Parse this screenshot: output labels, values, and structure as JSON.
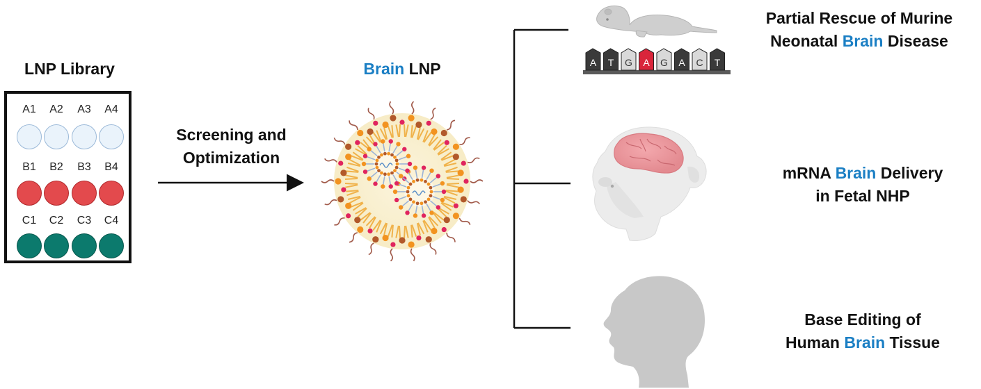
{
  "library": {
    "title": "LNP Library",
    "rows": [
      {
        "labels": [
          "A1",
          "A2",
          "A3",
          "A4"
        ],
        "color": "#eaf3fb"
      },
      {
        "labels": [
          "B1",
          "B2",
          "B3",
          "B4"
        ],
        "color": "#e34a4d"
      },
      {
        "labels": [
          "C1",
          "C2",
          "C3",
          "C4"
        ],
        "color": "#0c7a6d"
      }
    ]
  },
  "arrow_label": {
    "line1": "Screening and",
    "line2": "Optimization"
  },
  "brain_lnp": {
    "highlight": "Brain",
    "rest": " LNP"
  },
  "dna_letters": [
    "A",
    "T",
    "G",
    "A",
    "G",
    "A",
    "C",
    "T"
  ],
  "outcomes": [
    {
      "line1_pre": "Partial Rescue of Murine",
      "line2_pre": "Neonatal ",
      "highlight": "Brain",
      "line2_post": " Disease"
    },
    {
      "line1_pre": "mRNA ",
      "highlight": "Brain",
      "line1_post": " Delivery",
      "line2": "in Fetal NHP"
    },
    {
      "line1": "Base Editing of",
      "line2_pre": "Human ",
      "highlight": "Brain",
      "line2_post": " Tissue"
    }
  ],
  "colors": {
    "highlight": "#1b7fc4",
    "mutation": "#d9253b"
  }
}
